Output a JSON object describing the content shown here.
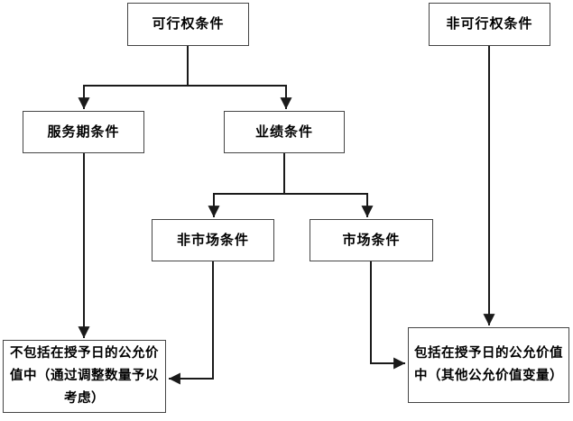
{
  "diagram": {
    "type": "flowchart",
    "nodes": {
      "vesting": {
        "label": "可行权条件"
      },
      "non_vesting": {
        "label": "非可行权条件"
      },
      "service": {
        "label": "服务期条件"
      },
      "performance": {
        "label": "业绩条件"
      },
      "non_market": {
        "label": "非市场条件"
      },
      "market": {
        "label": "市场条件"
      },
      "excluded": {
        "label": "不包括在授予日的公允价值中（通过调整数量予以考虑）"
      },
      "included": {
        "label": "包括在授予日的公允价值中（其他公允价值变量）"
      }
    },
    "edges": [
      {
        "from": "vesting",
        "to": "service"
      },
      {
        "from": "vesting",
        "to": "performance"
      },
      {
        "from": "performance",
        "to": "non_market"
      },
      {
        "from": "performance",
        "to": "market"
      },
      {
        "from": "service",
        "to": "excluded"
      },
      {
        "from": "non_market",
        "to": "excluded"
      },
      {
        "from": "market",
        "to": "included"
      },
      {
        "from": "non_vesting",
        "to": "included"
      }
    ],
    "colors": {
      "background": "#ffffff",
      "box_border": "#454545",
      "line": "#1a1a1a",
      "text": "#000000"
    }
  }
}
